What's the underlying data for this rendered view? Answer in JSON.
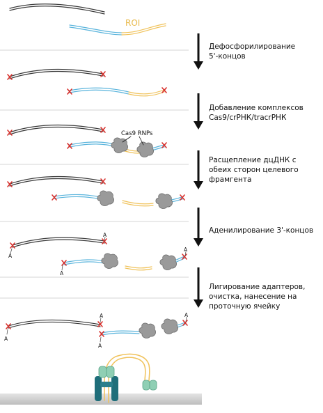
{
  "labels": {
    "roi": "ROI",
    "cas9_rnps": "Cas9 RNPs",
    "adenine": "A"
  },
  "steps": [
    {
      "lines": [
        "Дефосфорилирование",
        "5'-концов"
      ]
    },
    {
      "lines": [
        "Добавление комплексов",
        "Cas9/crРНК/tracrРНК"
      ]
    },
    {
      "lines": [
        "Расщепление дцДНК с",
        "обеих сторон целевого",
        "фрамгента"
      ]
    },
    {
      "lines": [
        "Аденилирование 3'-концов"
      ]
    },
    {
      "lines": [
        "Лигирование адаптеров,",
        "очистка, нанесение на",
        "проточную ячейку"
      ]
    }
  ],
  "colors": {
    "dna_black": "#3a3a3a",
    "dna_blue": "#5ab4dc",
    "roi_yellow": "#f0c25a",
    "cut_red": "#d8322e",
    "cas9_gray": "#9a9a9a",
    "pore_teal": "#1f6e7a",
    "motor_green": "#8fcfb4",
    "membrane_gray": "#cfcfcf",
    "divider": "#d6d6d6",
    "arrow": "#111111"
  },
  "icons": [
    "cut-mark-icon",
    "cas9-blob-icon",
    "nanopore-icon",
    "motor-protein-icon",
    "down-arrow-icon"
  ]
}
